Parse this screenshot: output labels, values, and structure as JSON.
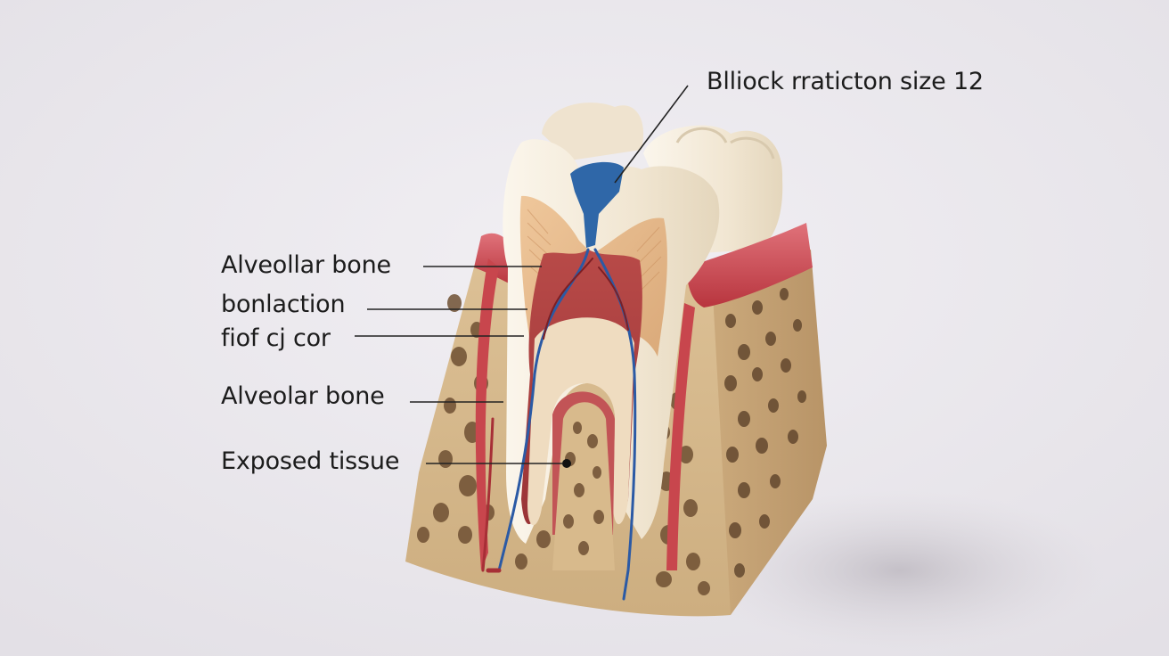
{
  "labels": {
    "top_label": "Blliock rraticton size 12",
    "alveolar_bone_upper": "Alveollar bone",
    "bonlaction": "bonlaction",
    "fiof_cj_cor": "fiof cj cor",
    "alveolar_bone_lower": "Alveolar bone",
    "exposed_tissue": "Exposed tissue"
  },
  "colors": {
    "background": "#eceaee",
    "bone": "#d6b98c",
    "bone_pore": "#7a5a38",
    "gum": "#c9474e",
    "enamel": "#f3ead8",
    "dentin": "#e4b98c",
    "pulp": "#b8494a",
    "vessel_blue": "#2f5fa8",
    "leader_line": "#222222"
  }
}
